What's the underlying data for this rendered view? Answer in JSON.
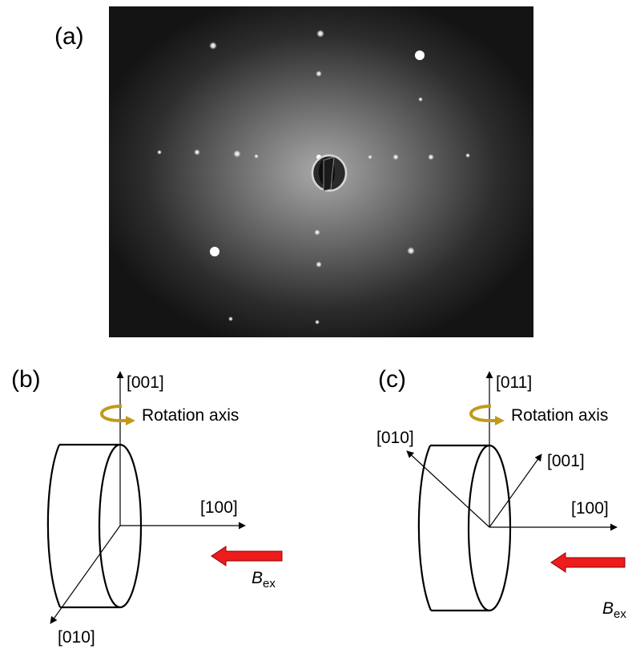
{
  "panels": {
    "a": {
      "label": "(a)"
    },
    "b": {
      "label": "(b)",
      "axis_up": "[001]",
      "axis_right": "[100]",
      "axis_diag": "[010]",
      "rotation": "Rotation axis",
      "field_symbol": "B",
      "field_subscript": "ex"
    },
    "c": {
      "label": "(c)",
      "axis_up": "[011]",
      "axis_upleft": "[010]",
      "axis_upright": "[001]",
      "axis_right": "[100]",
      "rotation": "Rotation axis",
      "field_symbol": "B",
      "field_subscript": "ex"
    }
  },
  "colors": {
    "rotation_arrow": "#c09a1a",
    "field_arrow": "#ee1c1c",
    "field_arrow_edge": "#8b0000",
    "diffraction_bg": "#1a1a1a"
  }
}
